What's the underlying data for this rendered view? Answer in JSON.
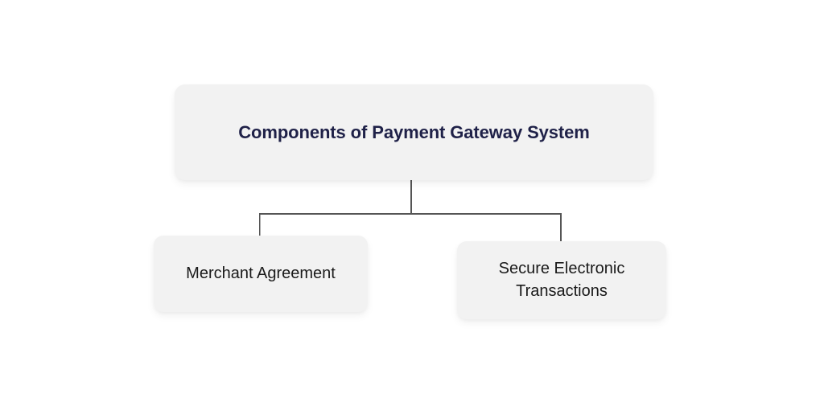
{
  "diagram": {
    "type": "hierarchy-tree",
    "background_color": "#ffffff",
    "card_color": "#f2f2f2",
    "connector_color": "#555555",
    "root": {
      "label": "Components of Payment Gateway System",
      "text_color": "#1f2148",
      "font_weight": "bold"
    },
    "children": [
      {
        "label": "Merchant Agreement",
        "text_color": "#1a1a1a",
        "font_weight": "normal"
      },
      {
        "label": "Secure Electronic\nTransactions",
        "text_color": "#1a1a1a",
        "font_weight": "normal"
      }
    ]
  }
}
